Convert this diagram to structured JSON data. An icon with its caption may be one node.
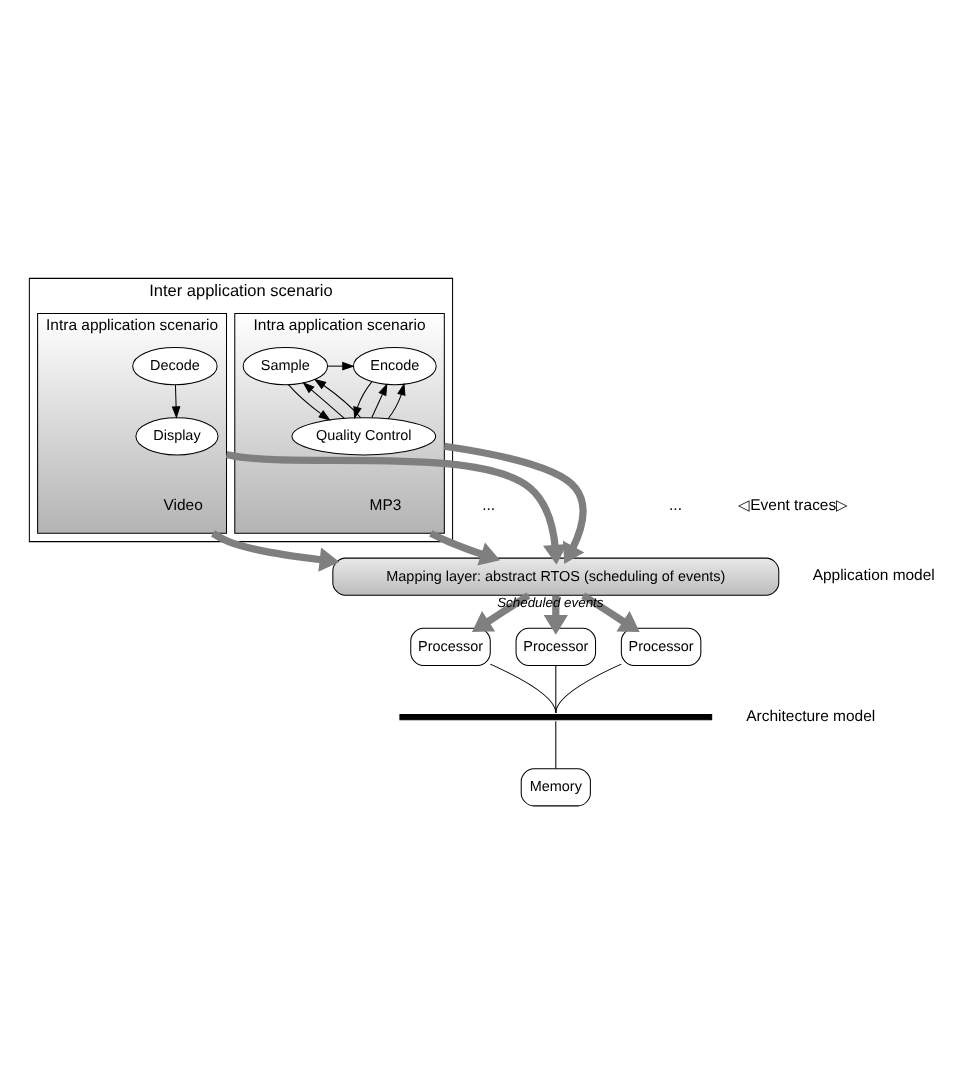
{
  "diagram": {
    "nodes": [
      {
        "text": [
          "Inter application scenario"
        ]
      },
      {
        "text": [
          "Intra application scenario",
          "MP3"
        ],
        "in": 0
      },
      {
        "text": [
          "Sample"
        ],
        "in": 1
      },
      {
        "text": [
          "Encode"
        ],
        "in": 1
      },
      {
        "text": [
          "Quality Control"
        ],
        "in": 1
      },
      {
        "text": [
          "Intra application scenario",
          "Video"
        ],
        "in": 0
      },
      {
        "text": [
          "Decode"
        ],
        "in": 5
      },
      {
        "text": [
          "Display"
        ],
        "in": 5
      },
      {
        "text": [
          "Mapping layer: abstract RTOS (scheduling of events)"
        ]
      },
      {
        "text": [
          "Processor"
        ]
      },
      {
        "text": [
          "Processor"
        ]
      },
      {
        "text": [
          "Processor"
        ]
      },
      {
        "text": [],
        "shape": "bar"
      },
      {
        "text": [
          "Memory"
        ]
      }
    ],
    "edges": [
      {
        "from": 2,
        "to": 3,
        "arrow": "to"
      },
      {
        "from": 2,
        "to": 4,
        "arrow": "to"
      },
      {
        "from": 3,
        "to": 4,
        "arrow": "to"
      },
      {
        "from": 4,
        "to": 2,
        "arrow": "to"
      },
      {
        "from": 4,
        "to": 2,
        "arrow": "to"
      },
      {
        "from": 4,
        "to": 3,
        "arrow": "to"
      },
      {
        "from": 4,
        "to": 3,
        "arrow": "to"
      },
      {
        "from": 6,
        "to": 7,
        "arrow": "to"
      },
      {
        "from": 1,
        "to": 8,
        "arrow": "to",
        "style": "thick",
        "color": "#7f7f7f"
      },
      {
        "from": 1,
        "to": 8,
        "arrow": "to",
        "style": "thick",
        "color": "#7f7f7f"
      },
      {
        "from": 5,
        "to": 8,
        "arrow": "to",
        "style": "thick",
        "color": "#7f7f7f"
      },
      {
        "from": 5,
        "to": 8,
        "arrow": "to",
        "style": "thick",
        "color": "#7f7f7f"
      },
      {
        "from": 8,
        "to": 9,
        "arrow": "to",
        "style": "thick",
        "color": "#7f7f7f"
      },
      {
        "from": 8,
        "to": 10,
        "arrow": "to",
        "style": "thick",
        "color": "#7f7f7f"
      },
      {
        "from": 8,
        "to": 11,
        "arrow": "to",
        "style": "thick",
        "color": "#7f7f7f",
        "label": "Scheduled events"
      },
      {
        "from": 9,
        "to": 12,
        "arrow": "none"
      },
      {
        "from": 10,
        "to": 12,
        "arrow": "none"
      },
      {
        "from": 11,
        "to": 12,
        "arrow": "none"
      },
      {
        "from": 12,
        "to": 13,
        "arrow": "none"
      }
    ],
    "labels": [
      "Application model",
      "...",
      "◁Event traces▷",
      "...",
      "Architecture model"
    ]
  }
}
